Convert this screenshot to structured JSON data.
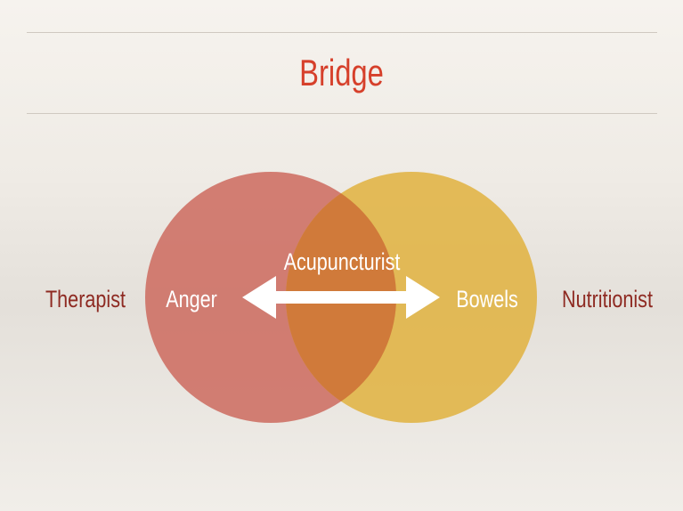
{
  "slide": {
    "title": "Bridge"
  },
  "diagram": {
    "left_outer_label": "Therapist",
    "right_outer_label": "Nutritionist",
    "left_circle_label": "Anger",
    "right_circle_label": "Bowels",
    "center_label": "Acupuncturist"
  },
  "colors": {
    "title": "#d6402b",
    "outer_label": "#8e2a22",
    "left_circle": "#cc6a5e",
    "right_circle": "#e0b13e",
    "overlap": "#cf773a",
    "inner_text": "#ffffff"
  }
}
